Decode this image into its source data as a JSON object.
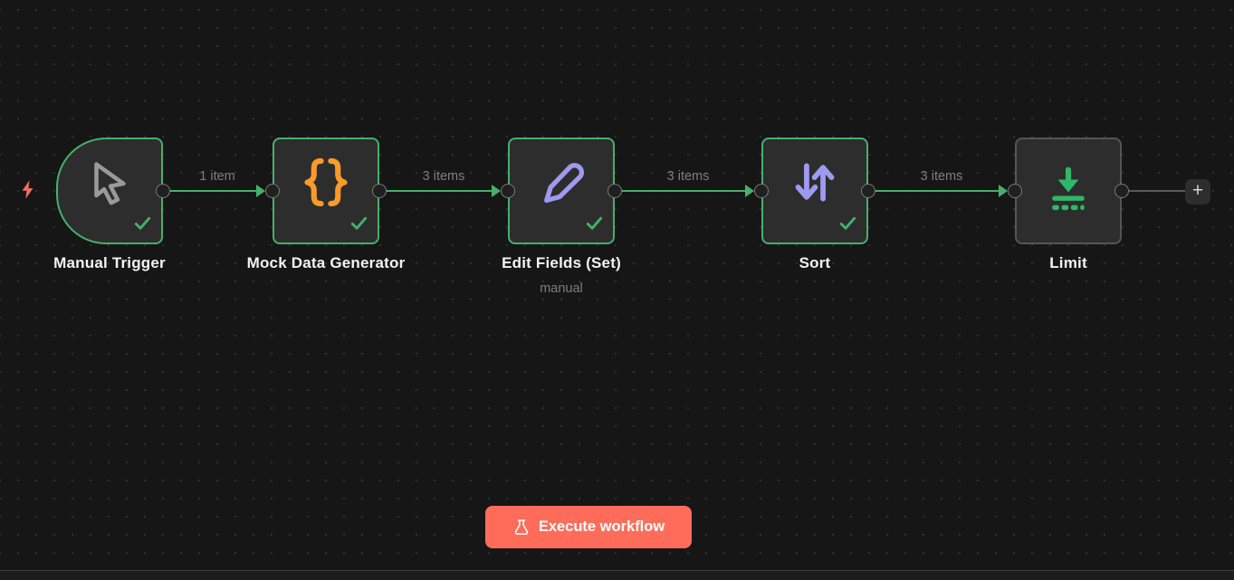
{
  "workflow": {
    "nodes": [
      {
        "title": "Manual Trigger",
        "status": "success",
        "icon": "mouse-pointer-icon"
      },
      {
        "title": "Mock Data Generator",
        "status": "success",
        "icon": "curly-braces-icon"
      },
      {
        "title": "Edit Fields (Set)",
        "subtitle": "manual",
        "status": "success",
        "icon": "pencil-icon"
      },
      {
        "title": "Sort",
        "status": "success",
        "icon": "sort-arrows-icon"
      },
      {
        "title": "Limit",
        "status": "idle",
        "icon": "limit-arrow-icon"
      }
    ],
    "connections": [
      {
        "label": "1 item"
      },
      {
        "label": "3 items"
      },
      {
        "label": "3 items"
      },
      {
        "label": "3 items"
      }
    ]
  },
  "controls": {
    "add_node_label": "+",
    "execute_label": "Execute workflow"
  },
  "colors": {
    "canvas_bg": "#161616",
    "node_bg": "#2d2d2d",
    "success_green": "#45b06b",
    "idle_border_gray": "#555555",
    "icon_orange": "#f89b2a",
    "icon_lavender": "#9e9af0",
    "icon_gray": "#9a9a9a",
    "limit_icon_green": "#2eb867",
    "trigger_coral": "#f0705f",
    "execute_button": "#ff6d5a",
    "label_gray": "#7e7e7e"
  }
}
